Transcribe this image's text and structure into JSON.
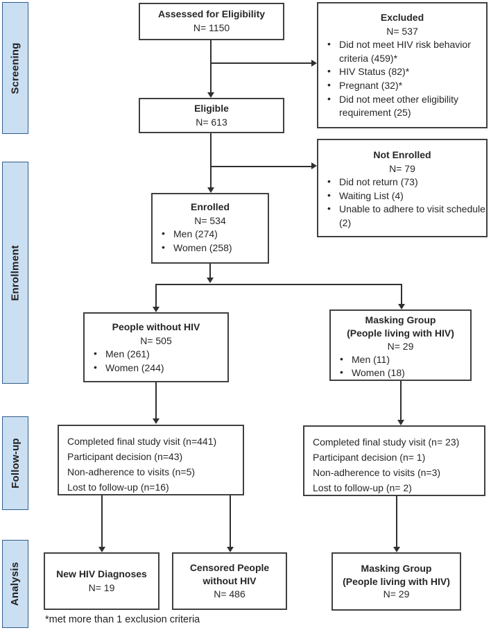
{
  "sidebar": {
    "stages": [
      {
        "label": "Screening"
      },
      {
        "label": "Enrollment"
      },
      {
        "label": "Follow-up"
      },
      {
        "label": "Analysis"
      }
    ]
  },
  "boxes": {
    "assessed": {
      "title": "Assessed for Eligibility",
      "n": "N= 1150"
    },
    "excluded": {
      "title": "Excluded",
      "n": "N= 537",
      "bullets": [
        "Did not meet HIV risk behavior criteria (459)*",
        "HIV Status (82)*",
        "Pregnant (32)*",
        "Did not meet other eligibility requirement (25)"
      ]
    },
    "eligible": {
      "title": "Eligible",
      "n": "N= 613"
    },
    "not_enrolled": {
      "title": "Not Enrolled",
      "n": "N= 79",
      "bullets": [
        "Did not return (73)",
        "Waiting List (4)",
        "Unable to adhere to visit schedule (2)"
      ]
    },
    "enrolled": {
      "title": "Enrolled",
      "n": "N= 534",
      "bullets": [
        "Men (274)",
        "Women (258)"
      ]
    },
    "without_hiv": {
      "title": "People without HIV",
      "n": "N= 505",
      "bullets": [
        "Men (261)",
        "Women (244)"
      ]
    },
    "masking_enrolled": {
      "title": "Masking Group",
      "subtitle": "(People living with HIV)",
      "n": "N= 29",
      "bullets": [
        "Men (11)",
        "Women (18)"
      ]
    },
    "followup_left": {
      "lines": [
        "Completed final study visit (n=441)",
        "Participant decision (n=43)",
        "Non-adherence to visits (n=5)",
        "Lost to follow-up (n=16)"
      ]
    },
    "followup_right": {
      "lines": [
        "Completed final study visit (n= 23)",
        "Participant decision (n= 1)",
        "Non-adherence to visits (n=3)",
        "Lost to follow-up (n= 2)"
      ]
    },
    "new_diagnoses": {
      "title": "New HIV Diagnoses",
      "n": "N= 19"
    },
    "censored": {
      "title": "Censored People without HIV",
      "n": "N= 486"
    },
    "masking_analysis": {
      "title": "Masking Group",
      "subtitle": "(People living with HIV)",
      "n": "N= 29"
    }
  },
  "footnote": "*met more than 1 exclusion criteria",
  "colors": {
    "stage_fill": "#cbdff2",
    "stage_border": "#2e5c8a",
    "box_border": "#404040",
    "line": "#303030"
  }
}
